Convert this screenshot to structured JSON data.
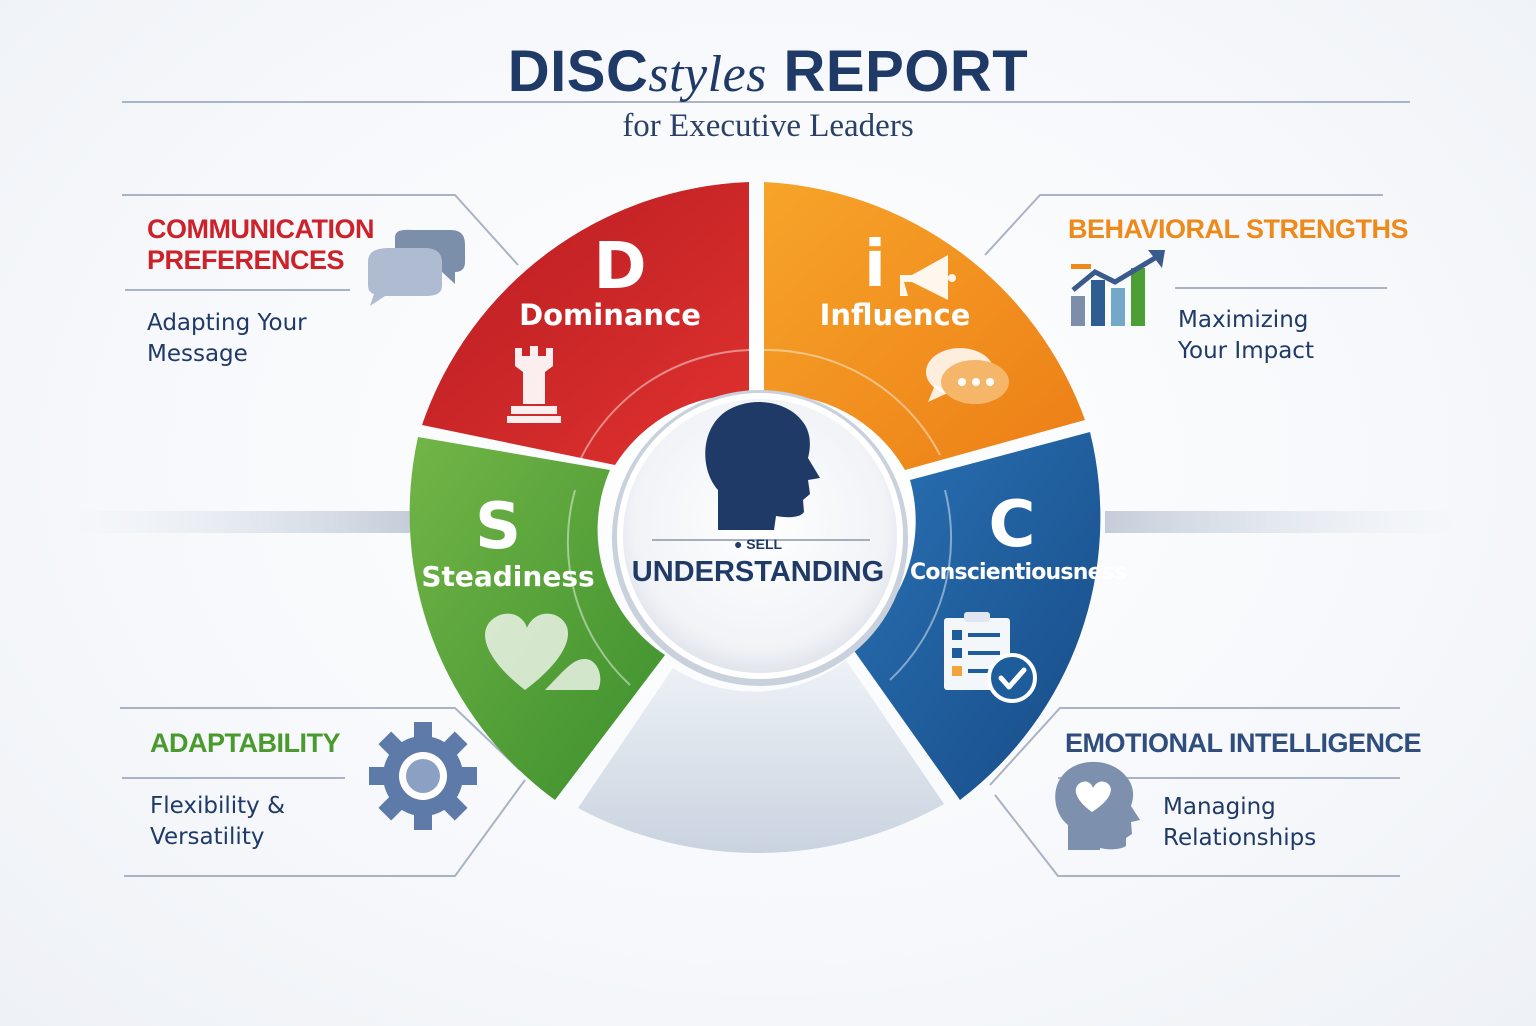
{
  "header": {
    "title_prefix": "DISC",
    "title_styles": "styles",
    "title_suffix": " REPORT",
    "subtitle": "for Executive Leaders"
  },
  "panels": {
    "communication": {
      "title_line1": "COMMUNICATION",
      "title_line2": "PREFERENCES",
      "text_line1": "Adapting Your",
      "text_line2": "Message",
      "color": "#cc2229",
      "icon": "speech-bubbles-icon"
    },
    "behavioral": {
      "title": "BEHAVIORAL STRENGTHS",
      "text_line1": "Maximizing",
      "text_line2": "Your Impact",
      "color": "#ee8a1b",
      "icon": "bar-chart-growth-icon"
    },
    "adaptability": {
      "title": "ADAPTABILITY",
      "text_line1": "Flexibility &",
      "text_line2": "Versatility",
      "color": "#4a9a2e",
      "icon": "gear-icon"
    },
    "emotional": {
      "title": "EMOTIONAL INTELLIGENCE",
      "text_line1": "Managing",
      "text_line2": "Relationships",
      "color": "#2f4e7e",
      "icon": "head-heart-icon"
    }
  },
  "segments": {
    "d": {
      "letter": "D",
      "label": "Dominance",
      "color": "#cc2229",
      "icon": "chess-rook-icon"
    },
    "i": {
      "letter": "i",
      "label": "Influence",
      "color": "#f08a1c",
      "icon": "megaphone-icon"
    },
    "s": {
      "letter": "S",
      "label": "Steadiness",
      "color": "#4c9e35",
      "icon": "heart-hands-icon"
    },
    "c": {
      "letter": "C",
      "label": "Conscientiousness",
      "color": "#1d5d9b",
      "icon": "checklist-icon"
    }
  },
  "center": {
    "small": "● SELL",
    "label": "UNDERSTANDING",
    "icon": "head-profile-icon"
  },
  "colors": {
    "navy": "#1f3a66",
    "line": "#aab4c4",
    "bottom_arc": "#d8e0ea"
  }
}
